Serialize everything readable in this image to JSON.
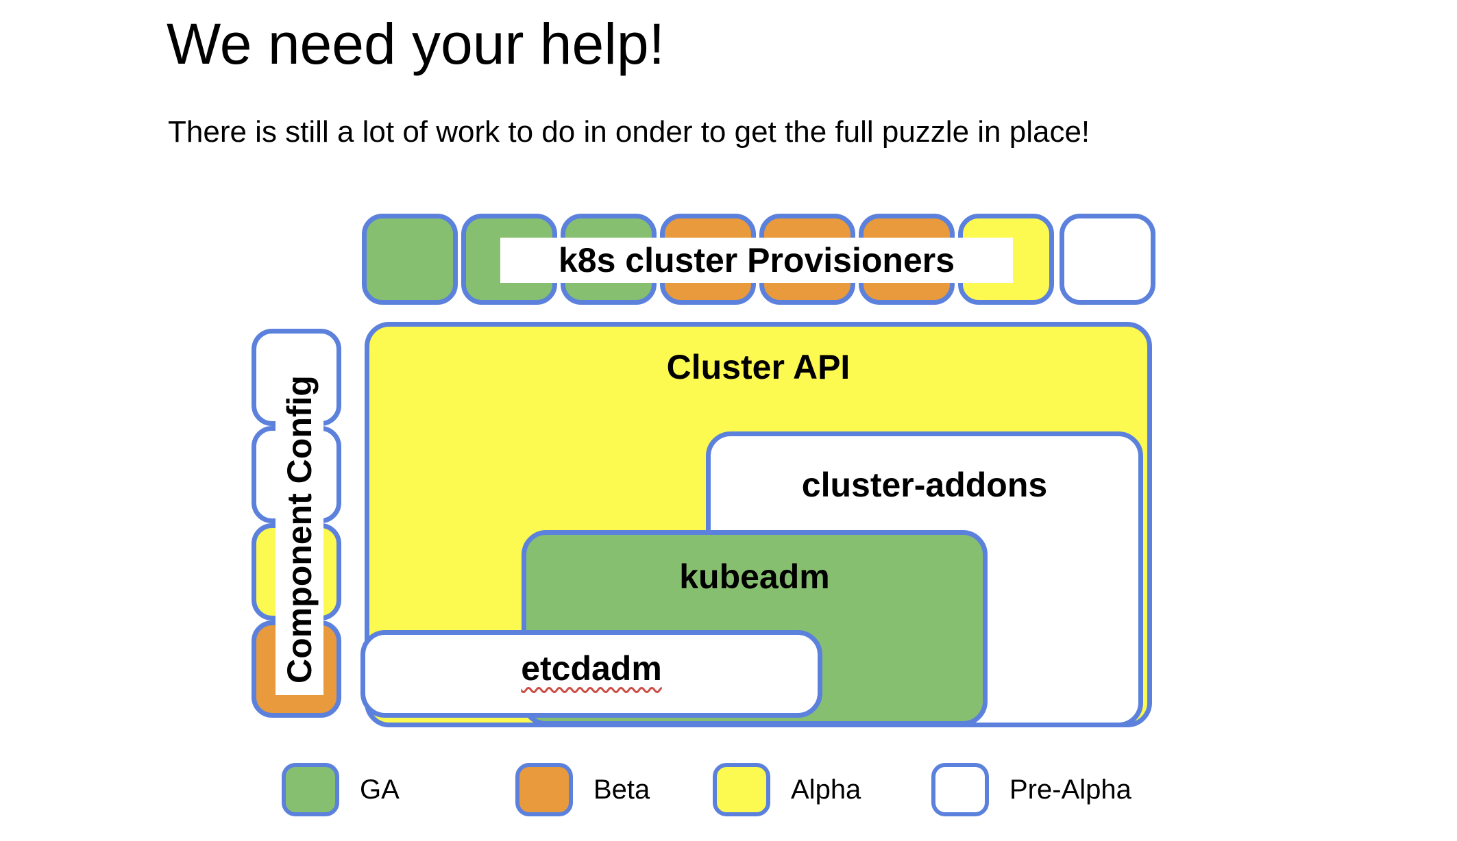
{
  "header": {
    "title": "We need your help!",
    "subtitle": "There is still a lot of work to do in onder to get the full puzzle in place!"
  },
  "status_colors": {
    "GA": "#87BF70",
    "Beta": "#E89A3C",
    "Alpha": "#FCF950",
    "Pre-Alpha": "#FFFFFF"
  },
  "border_color": "#5C81DC",
  "puzzle": {
    "provisioners_label": "k8s cluster Provisioners",
    "provisioner_pieces": [
      "GA",
      "GA",
      "GA",
      "Beta",
      "Beta",
      "Beta",
      "Alpha",
      "Pre-Alpha"
    ],
    "component_config": {
      "label": "Component Config",
      "pieces": [
        "Pre-Alpha",
        "Pre-Alpha",
        "Alpha",
        "Beta"
      ]
    },
    "boxes": {
      "cluster_api": {
        "label": "Cluster API",
        "status": "Alpha"
      },
      "cluster_addons": {
        "label": "cluster-addons",
        "status": "Pre-Alpha"
      },
      "kubeadm": {
        "label": "kubeadm",
        "status": "GA"
      },
      "etcdadm": {
        "label": "etcdadm",
        "status": "Pre-Alpha"
      }
    }
  },
  "legend": [
    {
      "label": "GA",
      "status": "GA",
      "color": "#87BF70"
    },
    {
      "label": "Beta",
      "status": "Beta",
      "color": "#E89A3C"
    },
    {
      "label": "Alpha",
      "status": "Alpha",
      "color": "#FCF950"
    },
    {
      "label": "Pre-Alpha",
      "status": "Pre-Alpha",
      "color": "#FFFFFF"
    }
  ]
}
